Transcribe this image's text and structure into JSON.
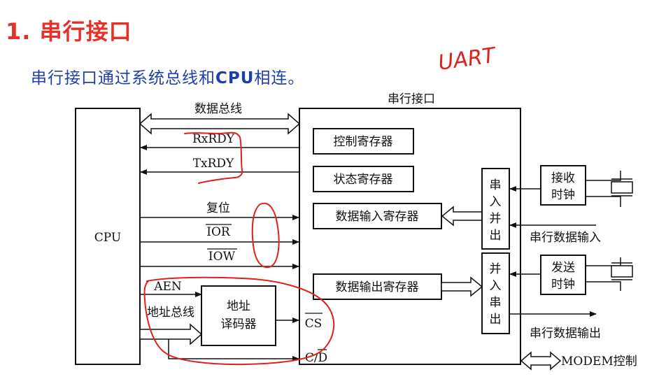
{
  "title": "1. 串行接口",
  "subtitle": {
    "before": "串行接口通过系统总线和",
    "bold": "CPU",
    "after": "相连。"
  },
  "annotation": "UART",
  "diagram": {
    "cpu_label": "CPU",
    "serial_interface_label": "串行接口",
    "bus_labels": {
      "data_bus": "数据总线",
      "rxrdy": "RxRDY",
      "txrdy": "TxRDY",
      "reset": "复位",
      "ior": "IOR",
      "iow": "IOW",
      "aen": "AEN",
      "address_bus": "地址总线"
    },
    "decoder": {
      "line1": "地址",
      "line2": "译码器"
    },
    "pins": {
      "cs": "CS",
      "cd": "C/D"
    },
    "registers": {
      "control": "控制寄存器",
      "status": "状态寄存器",
      "data_in": "数据输入寄存器",
      "data_out": "数据输出寄存器"
    },
    "sipo": [
      "串",
      "入",
      "并",
      "出"
    ],
    "piso": [
      "并",
      "入",
      "串",
      "出"
    ],
    "rx_clock": {
      "line1": "接收",
      "line2": "时钟"
    },
    "tx_clock": {
      "line1": "发送",
      "line2": "时钟"
    },
    "serial_in": "串行数据输入",
    "serial_out": "串行数据输出",
    "modem": "MODEM控制"
  },
  "colors": {
    "title": "#e8302a",
    "subtitle": "#1f3fa8",
    "annotation": "#e0201a",
    "ink": "#111111"
  }
}
